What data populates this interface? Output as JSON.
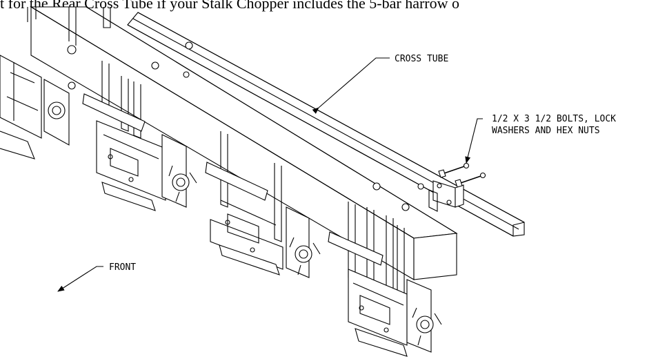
{
  "heading": "t for the Rear Cross Tube if your Stalk Chopper includes the 5-bar harrow o",
  "labels": {
    "cross_tube": "CROSS TUBE",
    "bolts_line1": "1/2 X 3 1/2 BOLTS, LOCK",
    "bolts_line2": "WASHERS AND HEX NUTS",
    "front": "FRONT"
  }
}
